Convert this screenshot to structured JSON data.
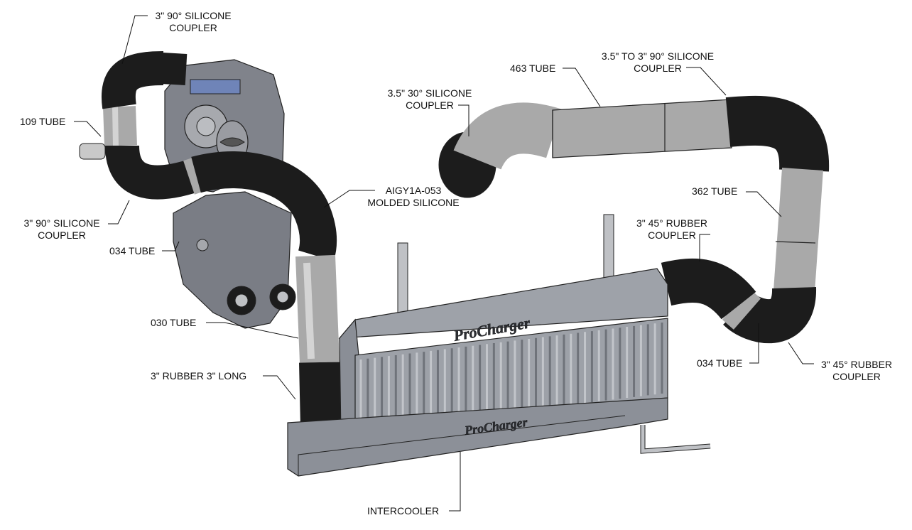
{
  "labels": {
    "coupler_top_line1": "3\" 90° SILICONE",
    "coupler_top_line2": "COUPLER",
    "tube_109": "109 TUBE",
    "coupler_left_line1": "3\" 90° SILICONE",
    "coupler_left_line2": "COUPLER",
    "tube_034_left": "034 TUBE",
    "molded_line1": "AIGY1A-053",
    "molded_line2": "MOLDED SILICONE",
    "tube_030": "030 TUBE",
    "rubber_long": "3\" RUBBER 3\" LONG",
    "intercooler": "INTERCOOLER",
    "coupler_30_line1": "3.5\" 30° SILICONE",
    "coupler_30_line2": "COUPLER",
    "tube_463": "463 TUBE",
    "coupler_35_line1": "3.5\" TO 3\" 90° SILICONE",
    "coupler_35_line2": "COUPLER",
    "tube_362": "362 TUBE",
    "coupler_45_top_line1": "3\" 45° RUBBER",
    "coupler_45_top_line2": "COUPLER",
    "tube_034_right": "034 TUBE",
    "coupler_45_bottom_line1": "3\" 45° RUBBER",
    "coupler_45_bottom_line2": "COUPLER"
  },
  "branding": {
    "logo_top": "ProCharger",
    "logo_bottom": "ProCharger"
  },
  "colors": {
    "hose": "#1c1c1c",
    "tube": "#a9a9a9",
    "intercooler": "#8f939b",
    "supercharger": "#7d8088",
    "line": "#111111"
  }
}
